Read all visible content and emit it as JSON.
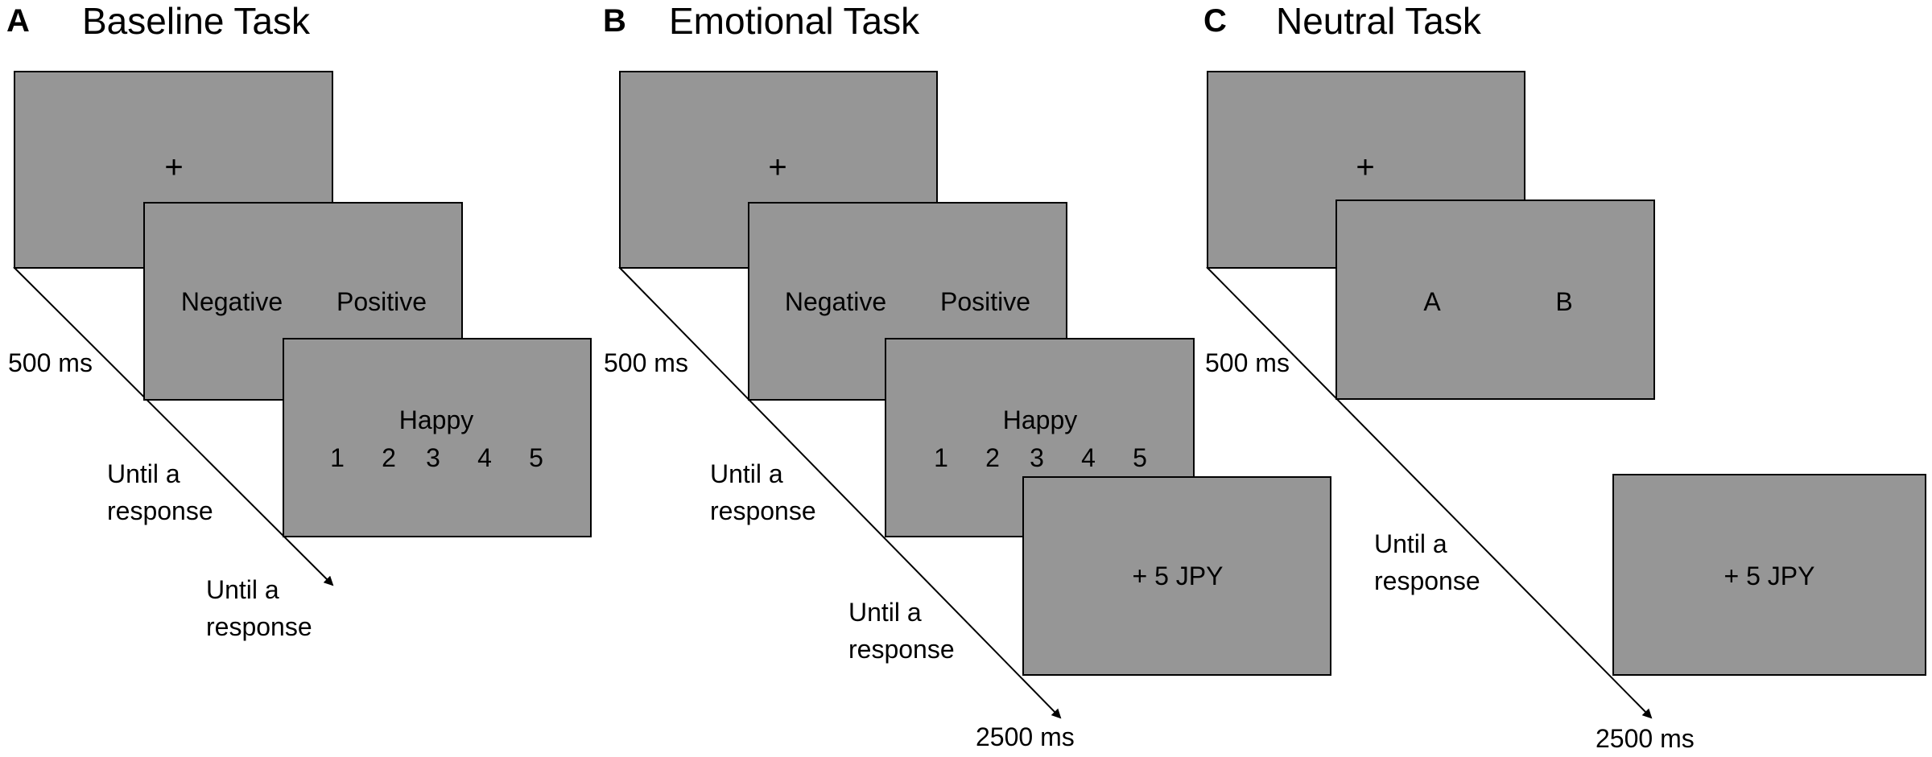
{
  "panels": {
    "a": {
      "letter": "A",
      "title": "Baseline Task",
      "fixation": "+",
      "choice_left": "Negative",
      "choice_right": "Positive",
      "word": "Happy",
      "scale": [
        "1",
        "2",
        "3",
        "4",
        "5"
      ],
      "timing_fixation": "500 ms",
      "timing_choice": "Until a response",
      "timing_rating": "Until a response"
    },
    "b": {
      "letter": "B",
      "title": "Emotional Task",
      "fixation": "+",
      "choice_left": "Negative",
      "choice_right": "Positive",
      "word": "Happy",
      "scale": [
        "1",
        "2",
        "3",
        "4",
        "5"
      ],
      "reward": "+ 5 JPY",
      "timing_fixation": "500 ms",
      "timing_choice": "Until a response",
      "timing_rating": "Until a response",
      "timing_reward": "2500 ms"
    },
    "c": {
      "letter": "C",
      "title": "Neutral Task",
      "fixation": "+",
      "choice_left": "A",
      "choice_right": "B",
      "reward": "+ 5 JPY",
      "timing_fixation": "500 ms",
      "timing_choice": "Until a response",
      "timing_reward": "2500 ms"
    }
  }
}
